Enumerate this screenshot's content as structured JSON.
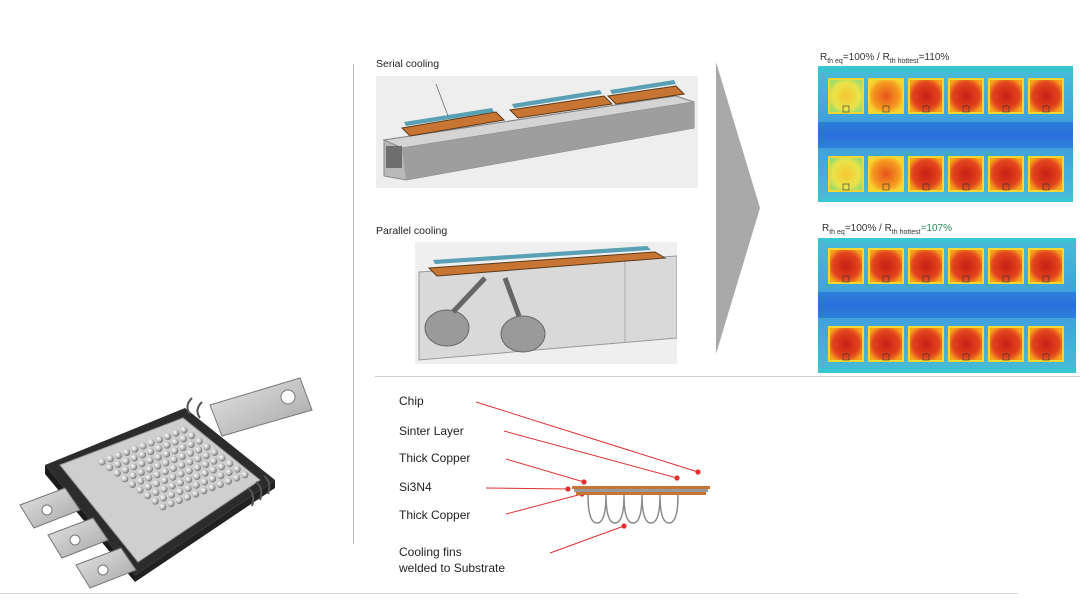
{
  "serial": {
    "title": "Serial cooling",
    "result_prefix": "R",
    "result_sub1": "th eq",
    "result_mid": "=100% / R",
    "result_sub2": "th hottest",
    "result_value": "=110%"
  },
  "parallel": {
    "title": "Parallel cooling",
    "result_prefix": "R",
    "result_sub1": "th eq",
    "result_mid": "=100% / R",
    "result_sub2": "th hottest",
    "result_value": "=107%"
  },
  "callouts": {
    "chip": "Chip",
    "sinter": "Sinter Layer",
    "copper_top": "Thick Copper",
    "si3n4": "Si3N4",
    "copper_bottom": "Thick Copper",
    "fins_line1": "Cooling fins",
    "fins_line2": "welded to Substrate"
  },
  "colors": {
    "leader": "#e03030",
    "heat_hot": "#c81e14",
    "heat_cold": "#2a6fdc",
    "copper": "#c87533",
    "arrow": "#a9a9a9"
  },
  "icons": {
    "module": "power-module-pinfin-icon",
    "arrow": "chevron-right-icon"
  }
}
